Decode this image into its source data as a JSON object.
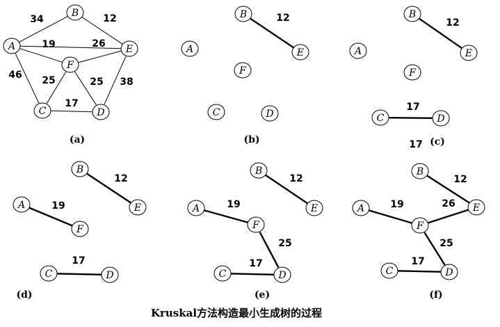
{
  "caption": "Kruskal方法构造最小生成树的过程",
  "panels": [
    {
      "label": "(a)",
      "nodes": [
        "B",
        "A",
        "E",
        "F",
        "C",
        "D"
      ],
      "edges": [
        {
          "from": "A",
          "to": "B",
          "weight": "34",
          "style": "thin"
        },
        {
          "from": "B",
          "to": "E",
          "weight": "12",
          "style": "thin"
        },
        {
          "from": "A",
          "to": "E",
          "weight": "",
          "style": "thin"
        },
        {
          "from": "A",
          "to": "F",
          "weight": "19",
          "style": "thin"
        },
        {
          "from": "F",
          "to": "E",
          "weight": "26",
          "style": "thin"
        },
        {
          "from": "A",
          "to": "C",
          "weight": "46",
          "style": "thin"
        },
        {
          "from": "F",
          "to": "C",
          "weight": "25",
          "style": "thin"
        },
        {
          "from": "F",
          "to": "D",
          "weight": "25",
          "style": "thin"
        },
        {
          "from": "E",
          "to": "D",
          "weight": "38",
          "style": "thin"
        },
        {
          "from": "C",
          "to": "D",
          "weight": "17",
          "style": "thin"
        }
      ],
      "extra_text": "19"
    },
    {
      "label": "(b)",
      "nodes": [
        "B",
        "E",
        "A",
        "F",
        "C",
        "D"
      ],
      "edges": [
        {
          "from": "B",
          "to": "E",
          "weight": "12",
          "style": "thick"
        }
      ]
    },
    {
      "label": "(c)",
      "nodes": [
        "B",
        "E",
        "A",
        "F",
        "C",
        "D"
      ],
      "edges": [
        {
          "from": "B",
          "to": "E",
          "weight": "12",
          "style": "thick"
        },
        {
          "from": "C",
          "to": "D",
          "weight": "17",
          "style": "thick"
        }
      ],
      "extra_text": "17"
    },
    {
      "label": "(d)",
      "nodes": [
        "B",
        "E",
        "A",
        "F",
        "C",
        "D"
      ],
      "edges": [
        {
          "from": "B",
          "to": "E",
          "weight": "12",
          "style": "thick"
        },
        {
          "from": "A",
          "to": "F",
          "weight": "19",
          "style": "thick"
        },
        {
          "from": "C",
          "to": "D",
          "weight": "17",
          "style": "thick"
        }
      ]
    },
    {
      "label": "(e)",
      "nodes": [
        "B",
        "E",
        "A",
        "F",
        "C",
        "D"
      ],
      "edges": [
        {
          "from": "B",
          "to": "E",
          "weight": "12",
          "style": "thick"
        },
        {
          "from": "A",
          "to": "F",
          "weight": "19",
          "style": "thick"
        },
        {
          "from": "F",
          "to": "D",
          "weight": "25",
          "style": "thick"
        },
        {
          "from": "C",
          "to": "D",
          "weight": "17",
          "style": "thick"
        }
      ]
    },
    {
      "label": "(f)",
      "nodes": [
        "B",
        "E",
        "A",
        "F",
        "C",
        "D"
      ],
      "edges": [
        {
          "from": "B",
          "to": "E",
          "weight": "12",
          "style": "thick"
        },
        {
          "from": "A",
          "to": "F",
          "weight": "19",
          "style": "thick"
        },
        {
          "from": "F",
          "to": "E",
          "weight": "26",
          "style": "thick"
        },
        {
          "from": "F",
          "to": "D",
          "weight": "25",
          "style": "thick"
        },
        {
          "from": "C",
          "to": "D",
          "weight": "17",
          "style": "thick"
        }
      ]
    }
  ]
}
